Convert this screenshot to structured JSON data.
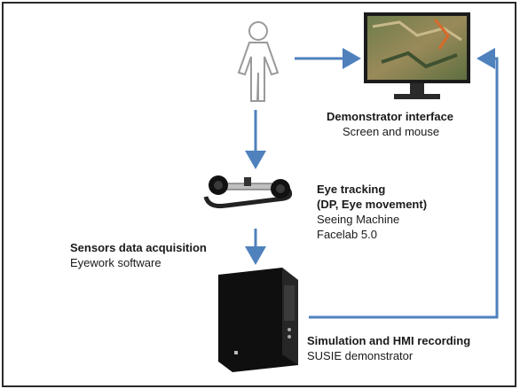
{
  "nodes": {
    "demonstrator": {
      "title": "Demonstrator interface",
      "subtitle": "Screen and mouse"
    },
    "eye_tracking": {
      "title_line1": "Eye tracking",
      "title_line2": "(DP, Eye movement)",
      "line3": "Seeing Machine",
      "line4": "Facelab 5.0"
    },
    "sensors": {
      "title": "Sensors data acquisition",
      "subtitle": "Eyework software"
    },
    "simulation": {
      "title": "Simulation and HMI recording",
      "subtitle": "SUSIE demonstrator"
    }
  },
  "icons": {
    "user": "person-outline-icon",
    "monitor": "monitor-map-icon",
    "tracker": "eye-tracker-device-icon",
    "computer": "desktop-tower-icon"
  },
  "colors": {
    "arrow": "#4f81bd",
    "text": "#1a1a1a"
  }
}
